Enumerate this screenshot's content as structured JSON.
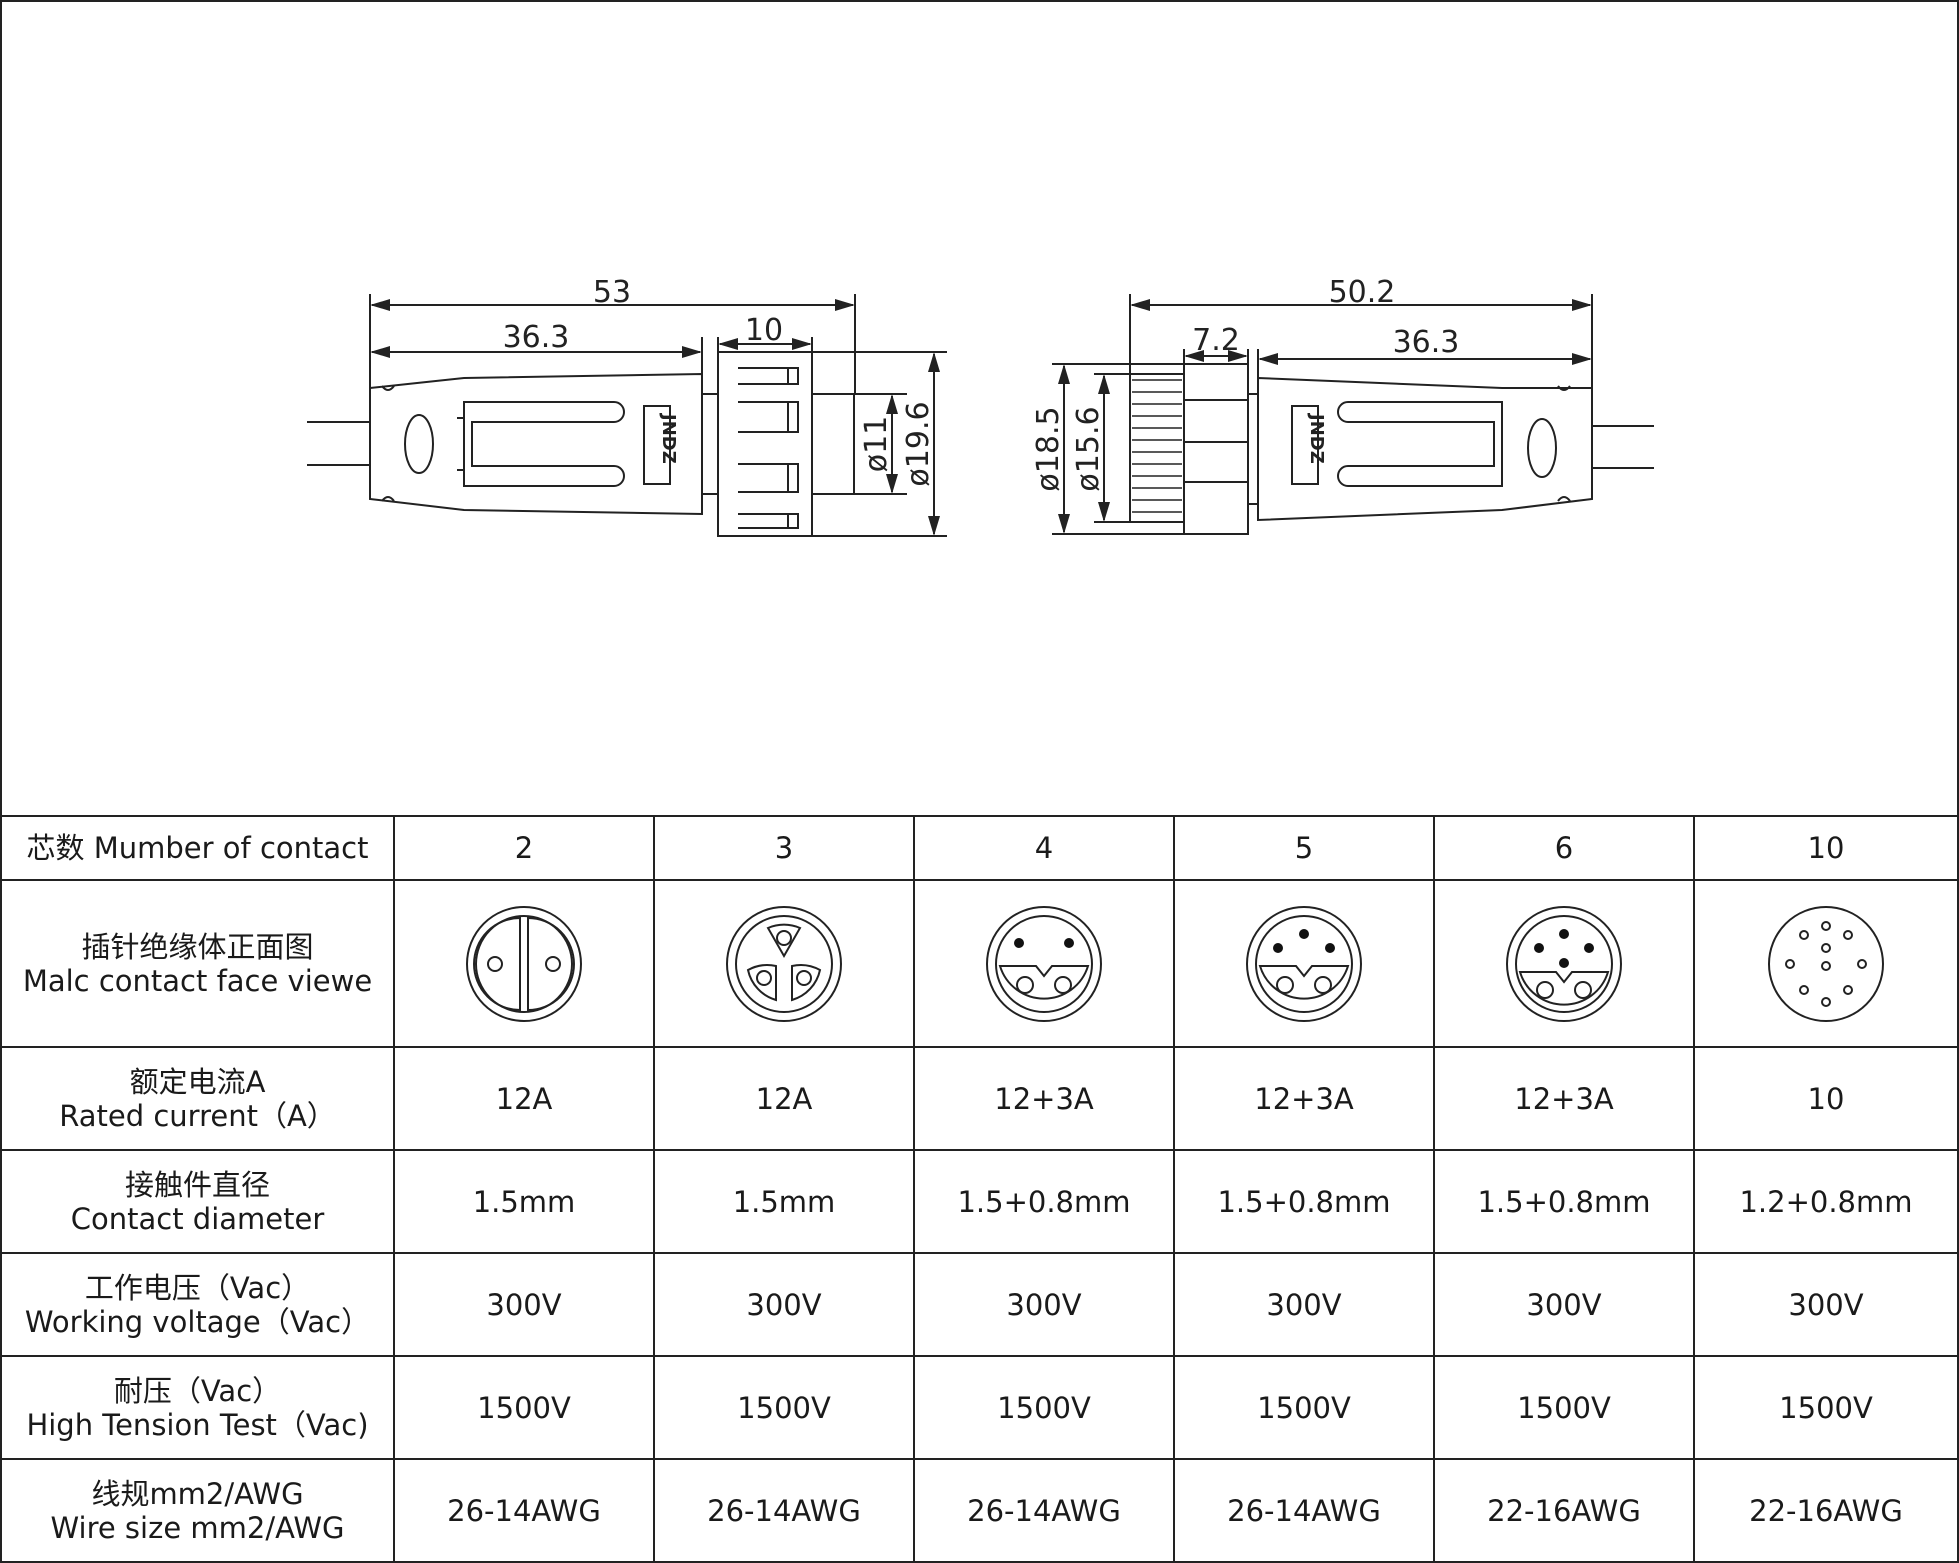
{
  "drawing": {
    "left_view": {
      "dims": {
        "overall": "53",
        "body": "36.3",
        "nut": "10",
        "d_inner": "ø11",
        "d_outer": "ø19.6"
      },
      "logo": "JNDZ"
    },
    "right_view": {
      "dims": {
        "overall": "50.2",
        "nut": "7.2",
        "body": "36.3",
        "d_outer": "ø18.5",
        "d_inner": "ø15.6"
      },
      "logo": "JNDZ"
    }
  },
  "table": {
    "header_label": "芯数 Mumber of contact",
    "contacts": [
      "2",
      "3",
      "4",
      "5",
      "6",
      "10"
    ],
    "rows": [
      {
        "label_cn": "插针绝缘体正面图",
        "label_en": "Malc contact face viewe",
        "faces": [
          "2-pin",
          "3-pin",
          "4-pin",
          "5-pin",
          "6-pin",
          "10-pin"
        ]
      },
      {
        "label_cn": "额定电流A",
        "label_en": "Rated current（A）",
        "values": [
          "12A",
          "12A",
          "12+3A",
          "12+3A",
          "12+3A",
          "10"
        ]
      },
      {
        "label_cn": "接触件直径",
        "label_en": "Contact diameter",
        "values": [
          "1.5mm",
          "1.5mm",
          "1.5+0.8mm",
          "1.5+0.8mm",
          "1.5+0.8mm",
          "1.2+0.8mm"
        ]
      },
      {
        "label_cn": "工作电压（Vac）",
        "label_en": "Working voltage（Vac）",
        "values": [
          "300V",
          "300V",
          "300V",
          "300V",
          "300V",
          "300V"
        ]
      },
      {
        "label_cn": "耐压（Vac）",
        "label_en": "High Tension Test（Vac)",
        "values": [
          "1500V",
          "1500V",
          "1500V",
          "1500V",
          "1500V",
          "1500V"
        ]
      },
      {
        "label_cn": "线规mm2/AWG",
        "label_en": "Wire size mm2/AWG",
        "values": [
          "26-14AWG",
          "26-14AWG",
          "26-14AWG",
          "26-14AWG",
          "22-16AWG",
          "22-16AWG"
        ]
      }
    ]
  }
}
